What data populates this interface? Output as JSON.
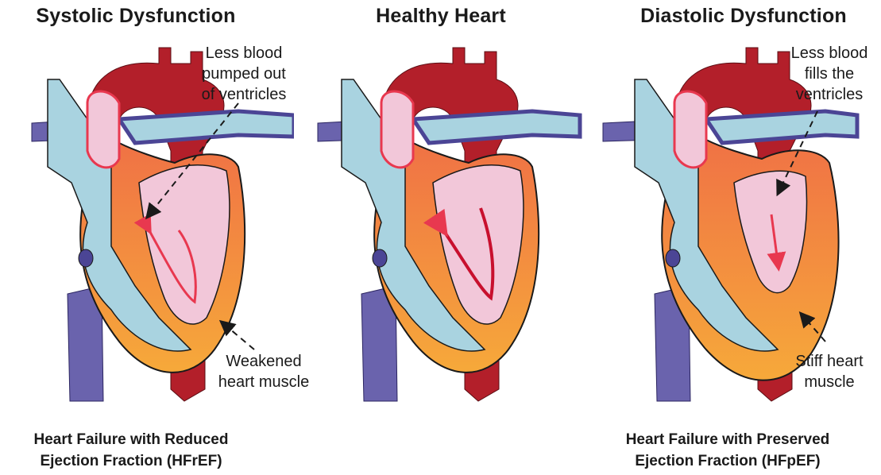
{
  "panels": [
    {
      "title": "Systolic Dysfunction",
      "note_top": [
        "Less blood",
        "pumped out",
        "of ventricles"
      ],
      "note_bottom": [
        "Weakened",
        "heart muscle"
      ],
      "subtitle": [
        "Heart Failure with Reduced",
        "Ejection Fraction (HFrEF)"
      ]
    },
    {
      "title": "Healthy Heart",
      "note_top": [],
      "note_bottom": [],
      "subtitle": []
    },
    {
      "title": "Diastolic Dysfunction",
      "note_top": [
        "Less blood",
        "fills the",
        "ventricles"
      ],
      "note_bottom": [
        "Stiff heart",
        "muscle"
      ],
      "subtitle": [
        "Heart Failure with Preserved",
        "Ejection Fraction (HFpEF)"
      ]
    }
  ],
  "colors": {
    "aorta": "#b31f2a",
    "vein": "#6a63ad",
    "right_side": "#a9d3e0",
    "left_chamber": "#f2c7d9",
    "muscle_top": "#f07245",
    "muscle_bottom": "#f6a53a",
    "flow_arrow": "#e8384f",
    "outline": "#1a1a1a"
  }
}
